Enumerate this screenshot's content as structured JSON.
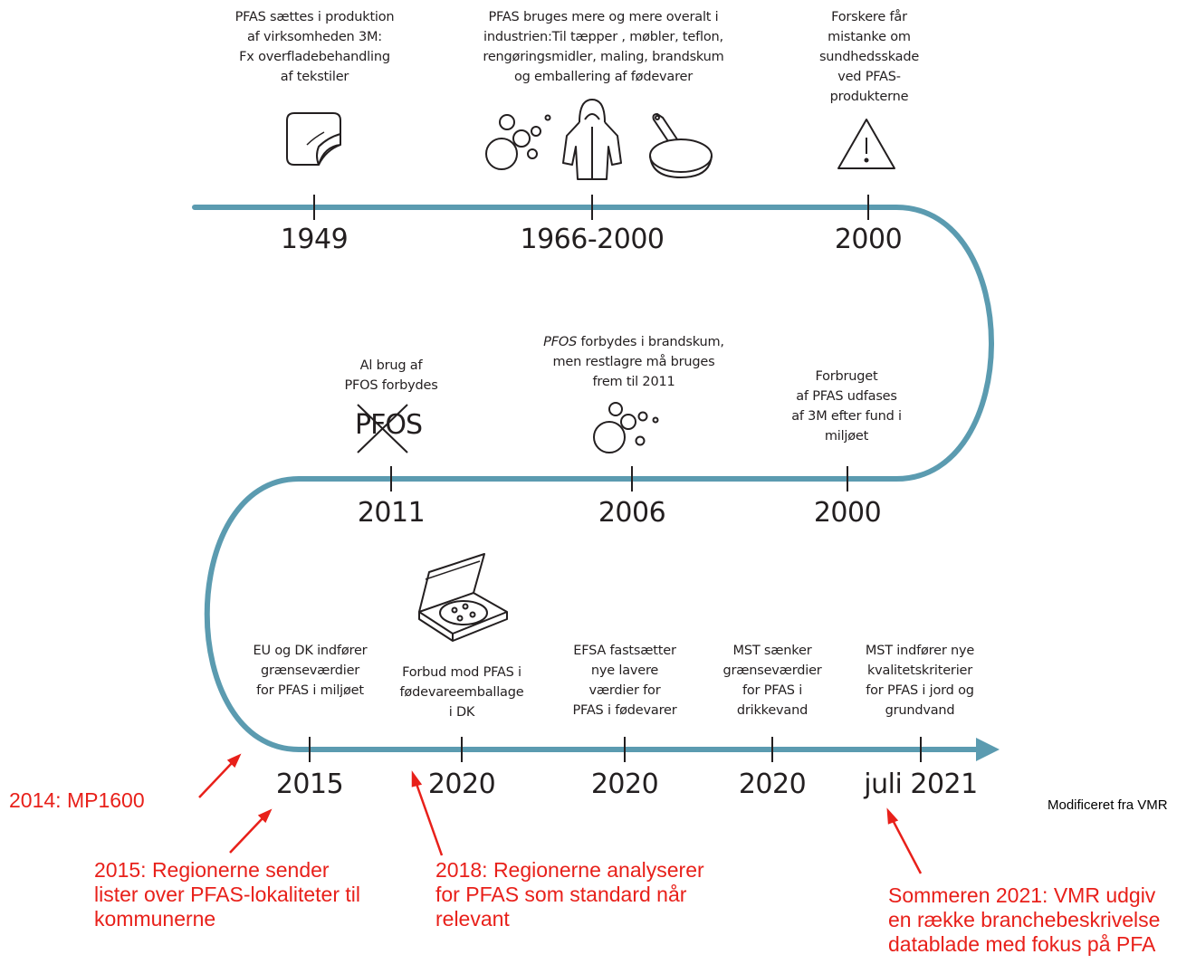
{
  "colors": {
    "timeline": "#5b9bb0",
    "note": "#e8201a",
    "text": "#231f20"
  },
  "row1": [
    {
      "year": "1949",
      "desc": "PFAS sættes i produktion\naf virksomheden 3M:\nFx overfladebehandling\naf tekstiler",
      "icon": "peel-sheet-icon"
    },
    {
      "year": "1966-2000",
      "desc": "PFAS bruges mere og mere overalt i\nindustrien:Til tæpper , møbler, teflon,\nrengøringsmidler, maling, brandskum\nog emballering af fødevarer",
      "icons": [
        "bubbles-icon",
        "raincoat-icon",
        "frying-pan-icon"
      ]
    },
    {
      "year": "2000",
      "desc": "Forskere får\nmistanke om\nsundhedsskade\nved PFAS-\nprodukterne",
      "icon": "warning-triangle-icon"
    }
  ],
  "row2": [
    {
      "year": "2011",
      "desc": "Al brug af\nPFOS forbydes",
      "icon_text": "PFOS",
      "icon": "crossed-out-pfos-icon"
    },
    {
      "year": "2006",
      "desc_em": "PFOS",
      "desc": " forbydes i brandskum,\nmen restlagre må bruges\nfrem til 2011",
      "icon": "bubbles-icon"
    },
    {
      "year": "2000",
      "desc": "Forbruget\naf PFAS udfases\naf 3M efter fund i\nmiljøet"
    }
  ],
  "row3": [
    {
      "year": "2015",
      "desc": "EU og DK indfører\ngrænseværdier\nfor PFAS i miljøet"
    },
    {
      "year": "2020",
      "desc": "Forbud mod  PFAS i\nfødevareemballage\ni DK",
      "icon": "pizza-box-icon"
    },
    {
      "year": "2020",
      "desc": "EFSA fastsætter\nnye lavere\nværdier for\nPFAS i fødevarer"
    },
    {
      "year": "2020",
      "desc": "MST sænker\ngrænseværdier\nfor PFAS i\ndrikkevand"
    },
    {
      "year": "juli 2021",
      "desc": "MST indfører nye\nkvalitetskriterier\nfor PFAS i jord og\ngrundvand"
    }
  ],
  "notes": [
    {
      "text": "2014: MP1600"
    },
    {
      "text": "2015: Regionerne sender\nlister over PFAS-lokaliteter til\nkommunerne"
    },
    {
      "text": "2018: Regionerne analyserer\nfor PFAS som standard når\nrelevant"
    },
    {
      "text": "Sommeren 2021: VMR udgiv\nen række branchebeskrivelse\ndatablade med fokus på PFA"
    }
  ],
  "credit": "Modificeret fra VMR"
}
